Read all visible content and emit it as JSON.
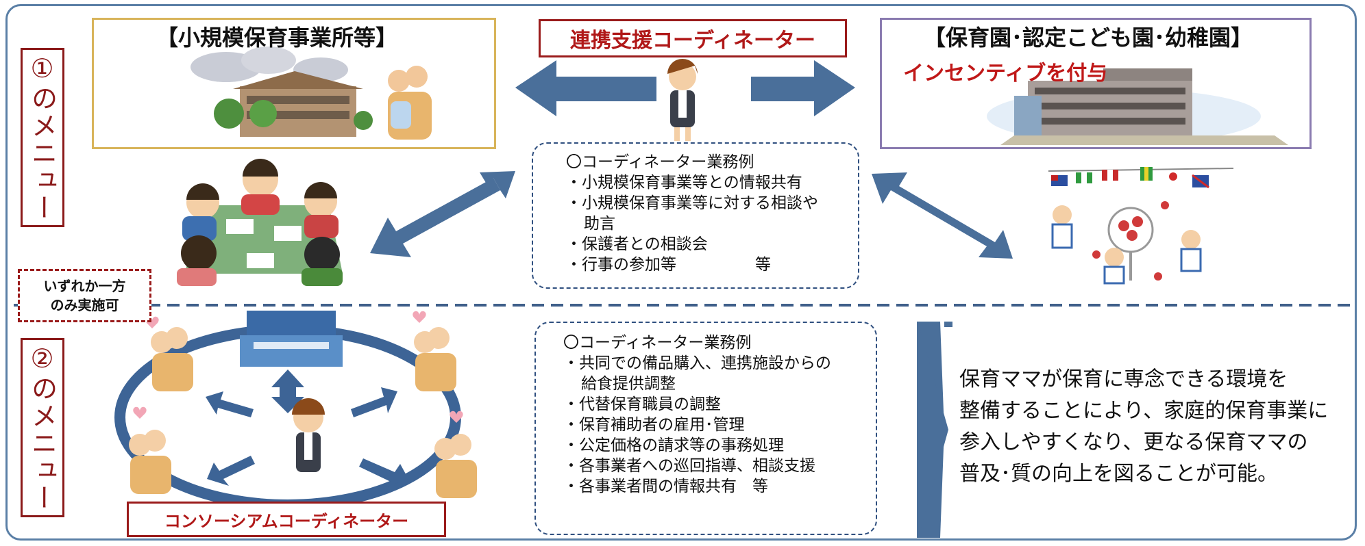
{
  "menu1": {
    "label": "①のメニュー"
  },
  "menu2": {
    "label": "②のメニュー"
  },
  "small_facility": {
    "title": "【小規模保育事業所等】"
  },
  "nursery": {
    "title": "【保育園･認定こども園･幼稚園】",
    "incentive": "インセンティブを付与"
  },
  "coordinator": {
    "label": "連携支援コーディネーター"
  },
  "menu1_tasks": {
    "heading": "〇コーディネーター業務例",
    "items": [
      "・小規模保育事業等との情報共有",
      "・小規模保育事業等に対する相談や",
      "助言",
      "・保護者との相談会",
      "・行事の参加等　　　　　等"
    ]
  },
  "either_note": {
    "line1": "いずれか一方",
    "line2": "のみ実施可"
  },
  "menu2_tasks": {
    "heading": "〇コーディネーター業務例",
    "items": [
      "・共同での備品購入、連携施設からの",
      "給食提供調整",
      "・代替保育職員の調整",
      "・保育補助者の雇用･管理",
      "・公定価格の請求等の事務処理",
      "・各事業者への巡回指導、相談支援",
      "・各事業者間の情報共有　等"
    ]
  },
  "consortium": {
    "label": "コンソーシアムコーディネーター"
  },
  "result": {
    "lines": [
      "保育ママが保育に専念できる環境を",
      "整備することにより、家庭的保育事業に",
      "参入しやすくなり、更なる保育ママの",
      "普及･質の向上を図ることが可能。"
    ]
  },
  "colors": {
    "arrow": "#4a6f9a",
    "border_red": "#9a1b1b",
    "text_red": "#b01818",
    "frame": "#5a7fa6"
  }
}
